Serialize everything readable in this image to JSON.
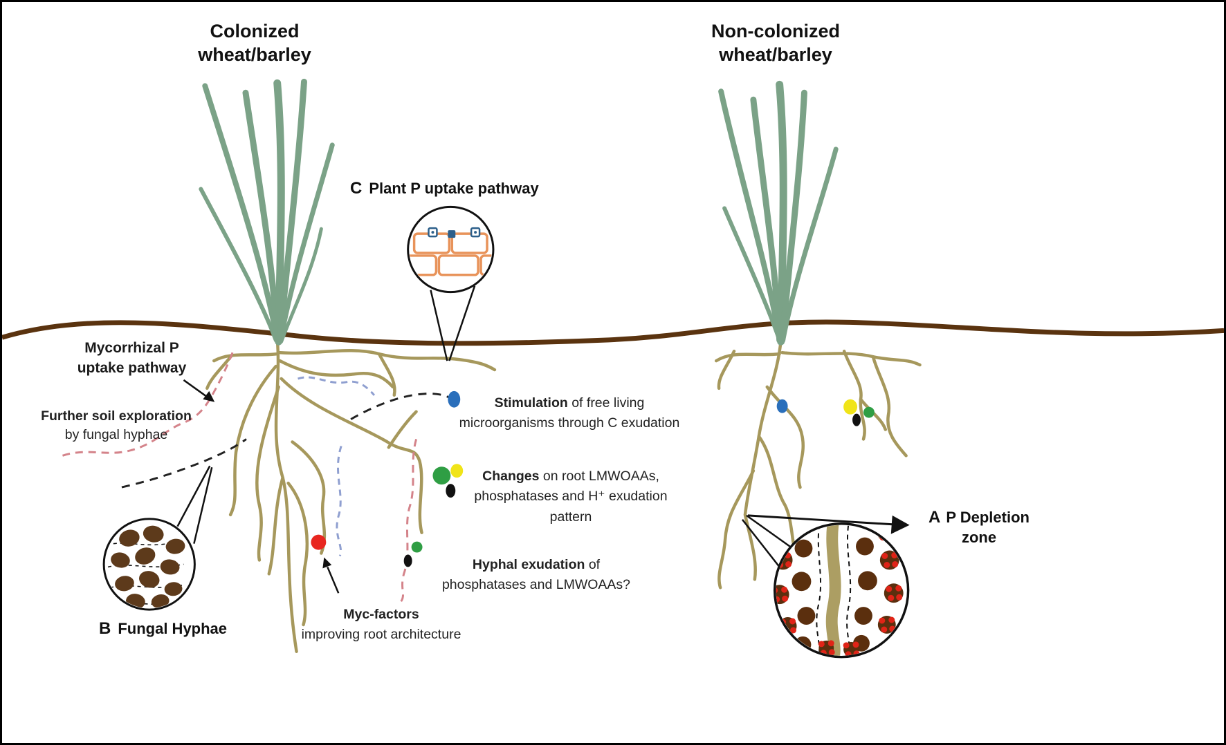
{
  "titles": {
    "colonized": "Colonized\nwheat/barley",
    "non_colonized": "Non-colonized\nwheat/barley"
  },
  "annotations": {
    "plant_p": {
      "letter": "C",
      "label": "Plant P uptake pathway"
    },
    "mycorrhizal_pathway": "Mycorrhizal P\nuptake pathway",
    "soil_exploration": {
      "bold": "Further soil exploration",
      "rest": "by fungal hyphae"
    },
    "stimulation": {
      "bold": "Stimulation",
      "rest": " of free living",
      "line2": "microorganisms through C exudation"
    },
    "changes": {
      "bold": "Changes",
      "rest": " on root LMWOAAs,",
      "line2": "phosphatases and H⁺ exudation",
      "line3": "pattern"
    },
    "hyphal_exudation": {
      "bold": "Hyphal exudation",
      "rest": " of",
      "line2": "phosphatases and LMWOAAs?"
    },
    "myc_factors": {
      "bold": "Myc-factors",
      "line2": "improving root architecture"
    },
    "fungal_hyphae": {
      "letter": "B",
      "label": "Fungal Hyphae"
    },
    "depletion_zone": {
      "letter": "A",
      "line1": "P Depletion",
      "line2": "zone"
    }
  },
  "colors": {
    "plant_green": "#7ba287",
    "root_tan": "#a6985c",
    "soil_brown": "#5a330f",
    "hyphae_pink": "#d4838a",
    "hyphae_blue": "#8f9fd0",
    "hyphae_black": "#222222",
    "cell_orange": "#e8935a",
    "transporter_blue": "#2c5f8a",
    "spore_brown": "#5d3a1b",
    "particle_brown": "#5b2f0e",
    "phosphorus_red": "#e02417",
    "dot_blue": "#2a6fbb",
    "dot_green": "#2f9e44",
    "dot_yellow": "#f0e418",
    "dot_black": "#111111",
    "dot_red": "#e8261f"
  }
}
